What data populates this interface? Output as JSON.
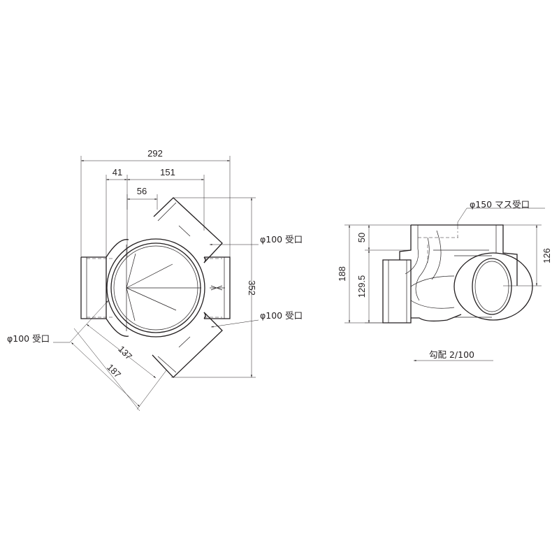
{
  "plan_view": {
    "dimensions": {
      "overall_width": "292",
      "offset_left": "41",
      "pipe_center_span": "151",
      "pipe_offset": "56",
      "overall_height": "352",
      "diagonal_short": "137",
      "diagonal_long": "187"
    },
    "labels": {
      "upper_right_inlet": "φ100 受口",
      "lower_right_inlet": "φ100 受口",
      "left_inlet": "φ100 受口"
    }
  },
  "side_view": {
    "dimensions": {
      "overall_height": "188",
      "lower_height": "129.5",
      "top_height": "50",
      "right_height": "126"
    },
    "labels": {
      "top_inlet": "φ150 マス受口",
      "slope": "勾配 2/100"
    }
  }
}
